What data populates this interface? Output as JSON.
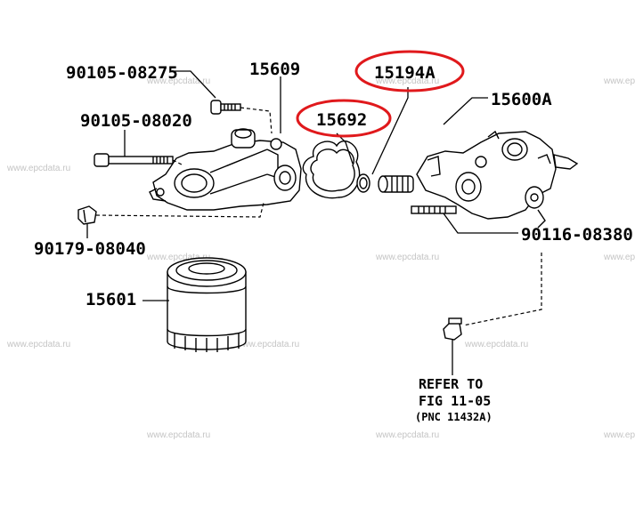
{
  "diagram": {
    "part_labels": {
      "bolt_upper": "90105-08275",
      "bracket": "15609",
      "union": "15194A",
      "gasket": "15692",
      "bolt_long": "90105-08020",
      "cooler": "15600A",
      "plug": "90179-08040",
      "stud": "90116-08380",
      "filter": "15601"
    },
    "reference": {
      "line1": "REFER TO",
      "line2": "FIG 11-05",
      "line3": "(PNC 11432A)"
    },
    "highlighted_parts": [
      "15194A",
      "15692"
    ],
    "highlight_color": "#e0191c",
    "watermark": "www.epcdata.ru"
  }
}
